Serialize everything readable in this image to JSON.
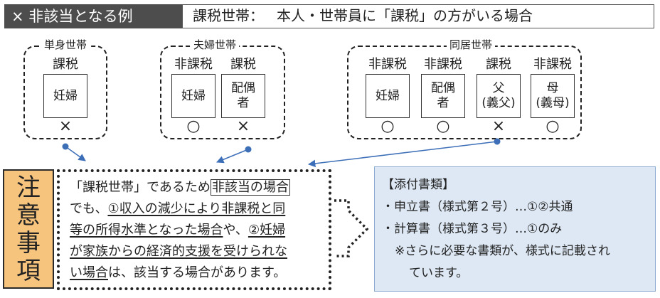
{
  "header": {
    "title": "× 非該当となる例",
    "definition_label": "課税世帯：",
    "definition_text": "本人・世帯員に「課税」の方がいる場合"
  },
  "households": [
    {
      "title": "単身世帯",
      "members": [
        {
          "status": "課税",
          "person": [
            "妊婦"
          ],
          "result": "×"
        }
      ]
    },
    {
      "title": "夫婦世帯",
      "members": [
        {
          "status": "非課税",
          "person": [
            "妊婦"
          ],
          "result": "○"
        },
        {
          "status": "課税",
          "person": [
            "配偶",
            "者"
          ],
          "result": "×"
        }
      ]
    },
    {
      "title": "同居世帯",
      "members": [
        {
          "status": "非課税",
          "person": [
            "妊婦"
          ],
          "result": "○"
        },
        {
          "status": "非課税",
          "person": [
            "配偶",
            "者"
          ],
          "result": "○"
        },
        {
          "status": "課税",
          "person": [
            "父",
            "(義父)"
          ],
          "result": "×"
        },
        {
          "status": "非課税",
          "person": [
            "母",
            "(義母)"
          ],
          "result": "○"
        }
      ]
    }
  ],
  "notice": {
    "heading_chars": [
      "注",
      "意",
      "事",
      "項"
    ],
    "line1_a": "「課税世帯」であるため",
    "line1_box": "非該当の場合",
    "line2_a": "でも、",
    "line2_u": "①収入の減少により非課税と同",
    "line3_u": "等の所得水準となった場合",
    "line3_b": "や、",
    "line3_u2": "②妊婦",
    "line4_u": "が家族からの経済的支援を受けられな",
    "line5_u": "い場合",
    "line5_b": "は、該当する場合があります。"
  },
  "attachments": {
    "title": "【添付書類】",
    "items": [
      "・申立書（様式第２号）…①②共通",
      "・計算書（様式第３号）…①のみ"
    ],
    "note_line1": "※さらに必要な書類が、様式に記載され",
    "note_line2": "ています。"
  },
  "colors": {
    "header_bg": "#4d4d4d",
    "notice_tab_bg": "#f7c47e",
    "attach_bg": "#dde8f4",
    "arrow": "#3d6fb8"
  }
}
